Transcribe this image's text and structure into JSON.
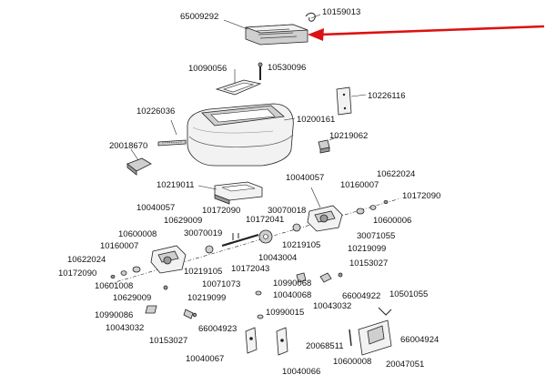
{
  "diagram": {
    "labels": {
      "p65009292": "65009292",
      "p10159013": "10159013",
      "p10090056": "10090056",
      "p10530096": "10530096",
      "p10226116": "10226116",
      "p10226036": "10226036",
      "p10200161": "10200161",
      "p20018670": "20018670",
      "p10219062": "10219062",
      "p10219011": "10219011",
      "p10040057_r": "10040057",
      "p10622024_r": "10622024",
      "p10160007_r": "10160007",
      "p10172090_r": "10172090",
      "p10040057_l": "10040057",
      "p10172090_c": "10172090",
      "p30070018": "30070018",
      "p10629009_l": "10629009",
      "p10172041": "10172041",
      "p10600006": "10600006",
      "p10600008_l": "10600008",
      "p30070019": "30070019",
      "p30071055": "30071055",
      "p10160007_l": "10160007",
      "p10219105_r": "10219105",
      "p10219099_r": "10219099",
      "p10622024_l": "10622024",
      "p10043004": "10043004",
      "p10153027_r": "10153027",
      "p10172090_l": "10172090",
      "p10219105_l": "10219105",
      "p10172043": "10172043",
      "p10601008": "10601008",
      "p10071073": "10071073",
      "p10990068": "10990068",
      "p66004922": "66004922",
      "p10501055": "10501055",
      "p10629009_b": "10629009",
      "p10219099_b": "10219099",
      "p10040068": "10040068",
      "p10043032_r": "10043032",
      "p10990086": "10990086",
      "p10990015": "10990015",
      "p10043032_l": "10043032",
      "p66004923": "66004923",
      "p66004924": "66004924",
      "p10153027_l": "10153027",
      "p20068511": "20068511",
      "p10040067": "10040067",
      "p10600008_r": "10600008",
      "p20047051": "20047051",
      "p10040066": "10040066"
    },
    "highlight_color": "#dd1111"
  }
}
